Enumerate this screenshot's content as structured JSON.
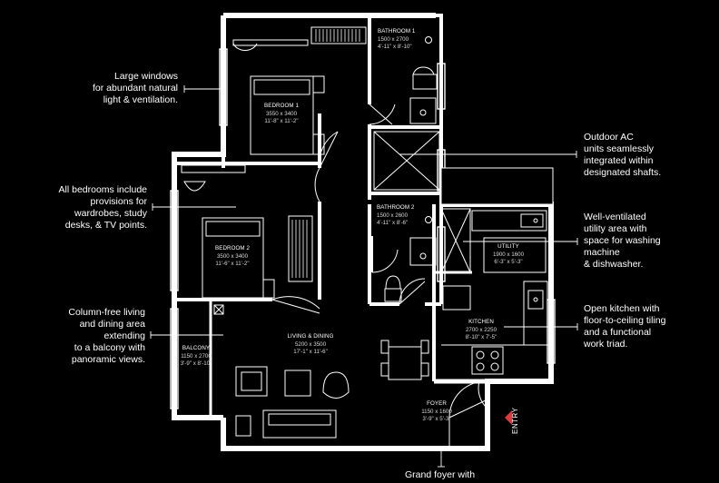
{
  "annotations": {
    "windows": "Large windows\nfor abundant natural\nlight & ventilation.",
    "bedrooms": "All bedrooms include\nprovisions for\nwardrobes, study\ndesks, & TV points.",
    "living": "Column-free living\nand dining area\nextending\nto a balcony with\npanoramic views.",
    "ac": "Outdoor AC\nunits seamlessly\nintegrated within\ndesignated shafts.",
    "utility": "Well-ventilated\nutility area with\nspace for washing\nmachine\n& dishwasher.",
    "kitchen": "Open kitchen with\nfloor-to-ceiling tiling\nand a functional\nwork triad.",
    "foyer": "Grand foyer with"
  },
  "rooms": {
    "bathroom1": {
      "name": "BATHROOM 1",
      "dim": "1500 x 2700",
      "imp": "4'-11\" x 8'-10\""
    },
    "bedroom1": {
      "name": "BEDROOM 1",
      "dim": "3550 x 3400",
      "imp": "11'-8\" x 11'-2\""
    },
    "bathroom2": {
      "name": "BATHROOM 2",
      "dim": "1500 x 2600",
      "imp": "4'-11\" x 8'-6\""
    },
    "bedroom2": {
      "name": "BEDROOM 2",
      "dim": "3500 x 3400",
      "imp": "11'-6\" x 11'-2\""
    },
    "utility": {
      "name": "UTILITY",
      "dim": "1900 x 1600",
      "imp": "6'-3\" x 5'-3\""
    },
    "kitchen": {
      "name": "KITCHEN",
      "dim": "2700 x 2250",
      "imp": "8'-10\" x 7'-5\""
    },
    "living": {
      "name": "LIVING & DINING",
      "dim": "5200 x 3500",
      "imp": "17'-1\" x 11'-6\""
    },
    "balcony": {
      "name": "BALCONY",
      "dim": "1150 x 2700",
      "imp": "3'-9\" x 8'-10\""
    },
    "foyer": {
      "name": "FOYER",
      "dim": "1150 x 1600",
      "imp": "3'-9\" x 5'-3\""
    }
  },
  "entry_label": "ENTRY",
  "colors": {
    "background": "#000000",
    "wall": "#ffffff",
    "line": "#ffffff",
    "entry_marker": "#e0393a"
  }
}
